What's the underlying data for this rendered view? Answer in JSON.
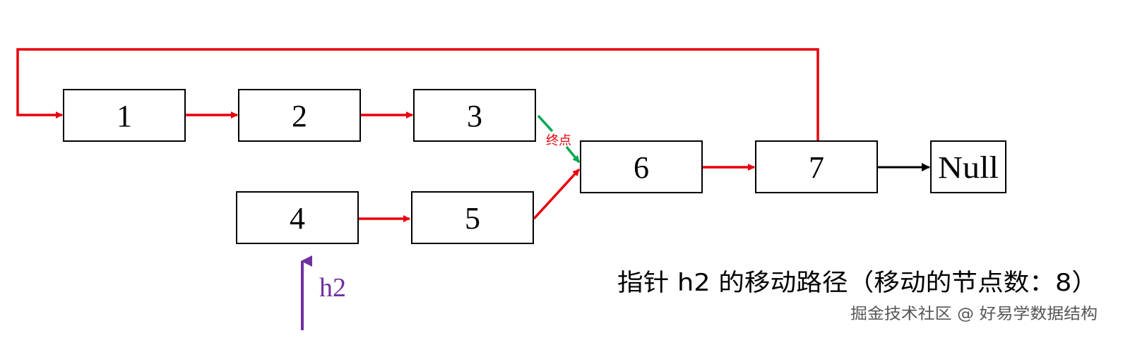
{
  "colors": {
    "path": "#e8000b",
    "end_marker": "#00a651",
    "pointer": "#7030a0",
    "node_border": "#000000"
  },
  "nodes": [
    {
      "id": "n1",
      "label": "1"
    },
    {
      "id": "n2",
      "label": "2"
    },
    {
      "id": "n3",
      "label": "3"
    },
    {
      "id": "n4",
      "label": "4"
    },
    {
      "id": "n5",
      "label": "5"
    },
    {
      "id": "n6",
      "label": "6"
    },
    {
      "id": "n7",
      "label": "7"
    },
    {
      "id": "null",
      "label": "Null"
    }
  ],
  "end_label": "终点",
  "pointer_label": "h2",
  "caption": "指针 h2 的移动路径（移动的节点数：8）",
  "watermark": "掘金技术社区 @ 好易学数据结构"
}
